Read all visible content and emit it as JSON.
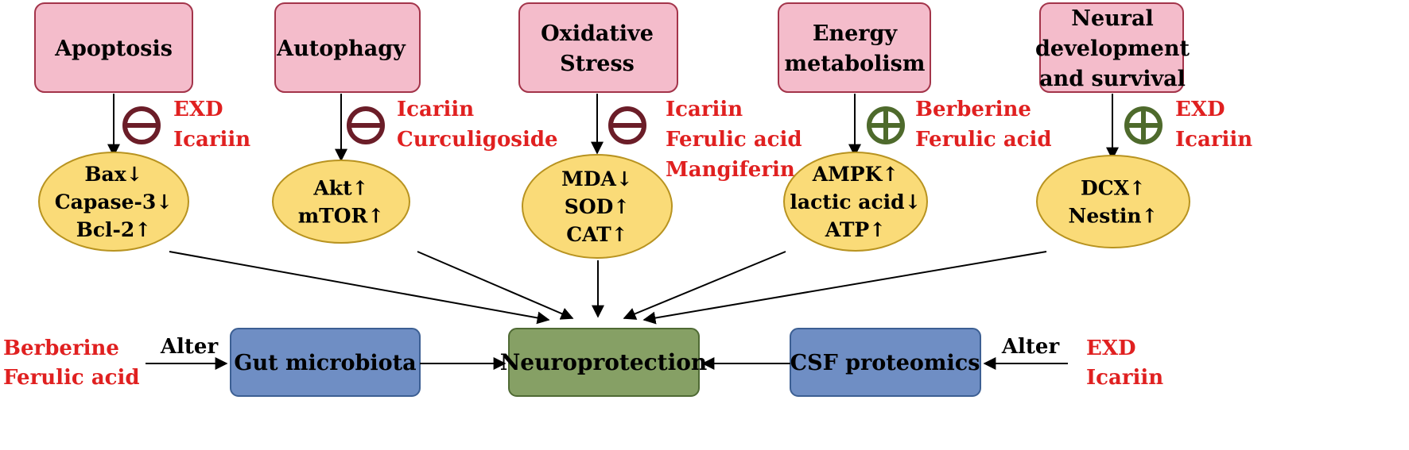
{
  "colors": {
    "drug_text": "#e02020",
    "inhibit_sign": "#6b1d28",
    "promote_sign": "#4e6a2c"
  },
  "pathways": [
    {
      "label_lines": [
        "Apoptosis"
      ],
      "effect": "inhibit",
      "drugs": [
        "EXD",
        "Icariin"
      ],
      "markers": [
        "Bax↓",
        "Capase-3↓",
        "Bcl-2↑"
      ]
    },
    {
      "label_lines": [
        "Autophagy"
      ],
      "effect": "inhibit",
      "drugs": [
        "Icariin",
        "Curculigoside"
      ],
      "markers": [
        "Akt↑",
        "mTOR↑"
      ]
    },
    {
      "label_lines": [
        "Oxidative",
        "Stress"
      ],
      "effect": "inhibit",
      "drugs": [
        "Icariin",
        "Ferulic acid",
        "Mangiferin"
      ],
      "markers": [
        "MDA↓",
        "SOD↑",
        "CAT↑"
      ]
    },
    {
      "label_lines": [
        "Energy",
        "metabolism"
      ],
      "effect": "promote",
      "drugs": [
        "Berberine",
        "Ferulic acid"
      ],
      "markers": [
        "AMPK↑",
        "lactic acid↓",
        "ATP↑"
      ]
    },
    {
      "label_lines": [
        "Neural",
        "development",
        "and survival"
      ],
      "effect": "promote",
      "drugs": [
        "EXD",
        "Icariin"
      ],
      "markers": [
        "DCX↑",
        "Nestin↑"
      ]
    }
  ],
  "bottom": {
    "center_label": "Neuroprotection",
    "left_box": "Gut microbiota",
    "right_box": "CSF proteomics",
    "left_arrow_label": "Alter",
    "right_arrow_label": "Alter",
    "left_drugs": [
      "Berberine",
      "Ferulic acid"
    ],
    "right_drugs": [
      "EXD",
      "Icariin"
    ]
  }
}
